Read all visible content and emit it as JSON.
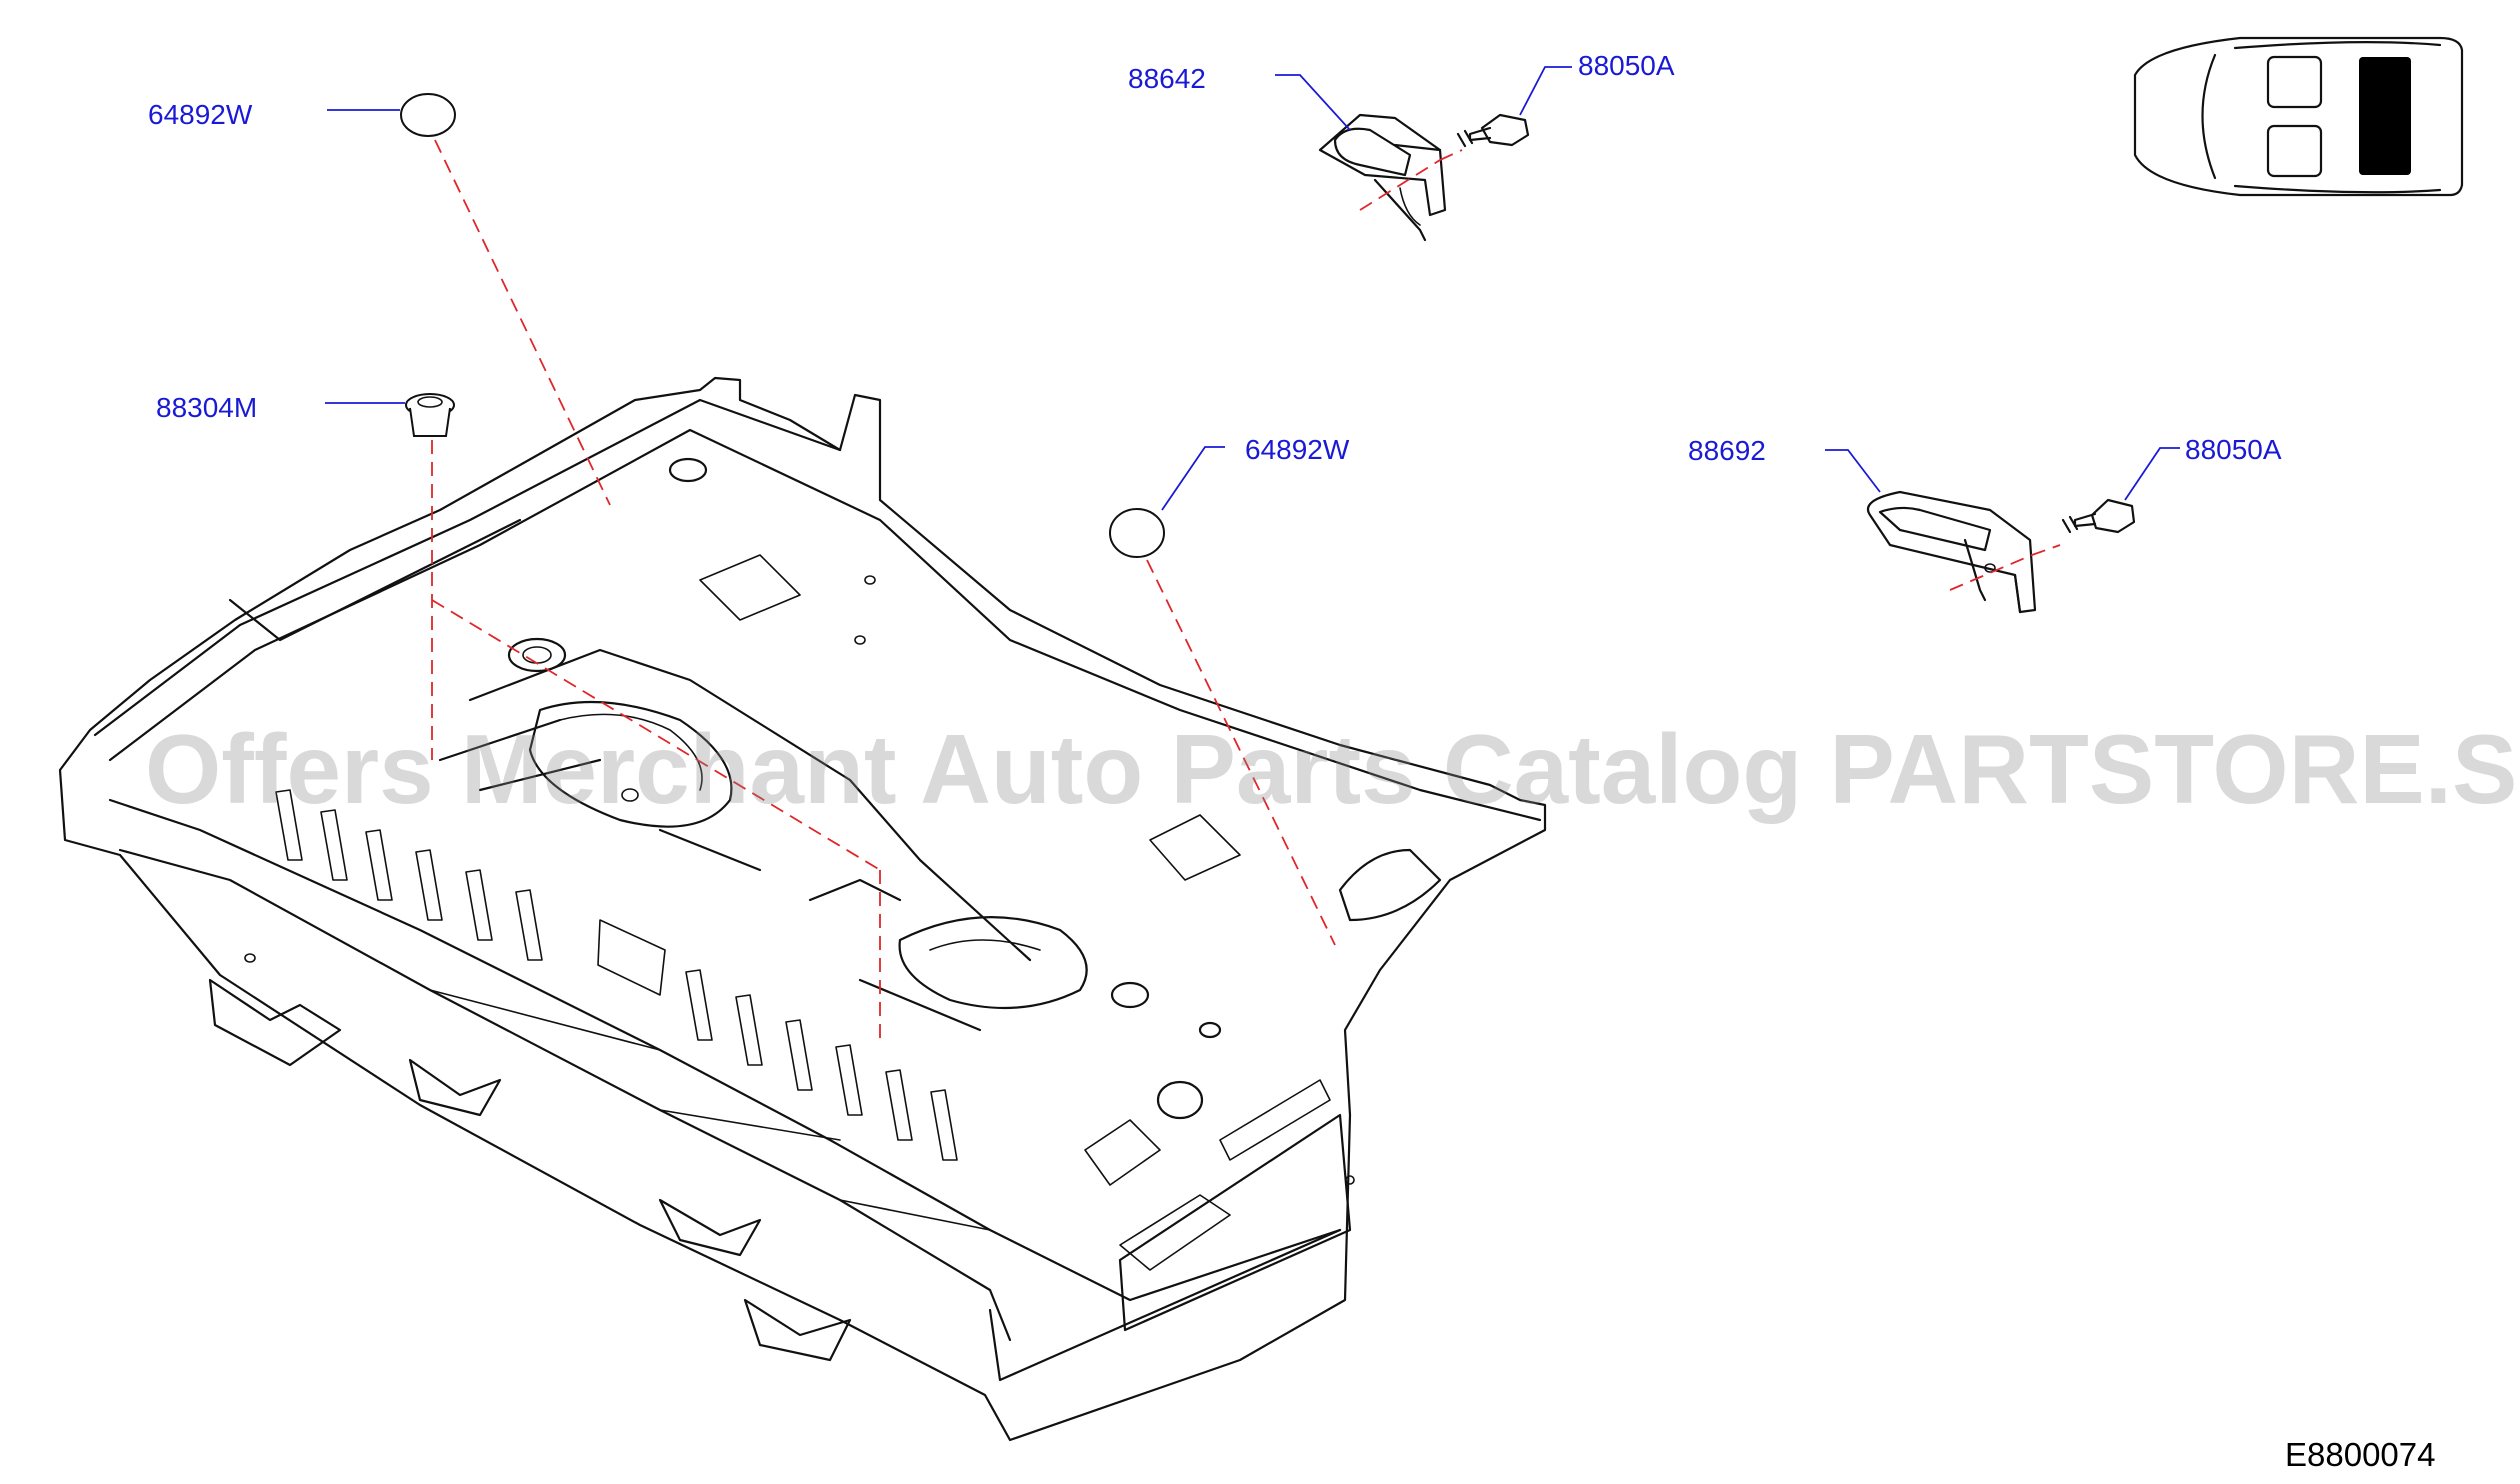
{
  "callouts": [
    {
      "id": "c1",
      "part_number": "64892W"
    },
    {
      "id": "c2",
      "part_number": "88304M"
    },
    {
      "id": "c3",
      "part_number": "88642"
    },
    {
      "id": "c4",
      "part_number": "88050A"
    },
    {
      "id": "c5",
      "part_number": "64892W"
    },
    {
      "id": "c6",
      "part_number": "88692"
    },
    {
      "id": "c7",
      "part_number": "88050A"
    }
  ],
  "diagram_code": "E8800074",
  "watermark": "Offers Merchant Auto Parts Catalog PARTSTORE.SA",
  "colors": {
    "callout_text": "#1a1ad6",
    "leader_line": "#1a1ad6",
    "centerline": "#e0262a",
    "watermark": "#8a8a8a"
  }
}
